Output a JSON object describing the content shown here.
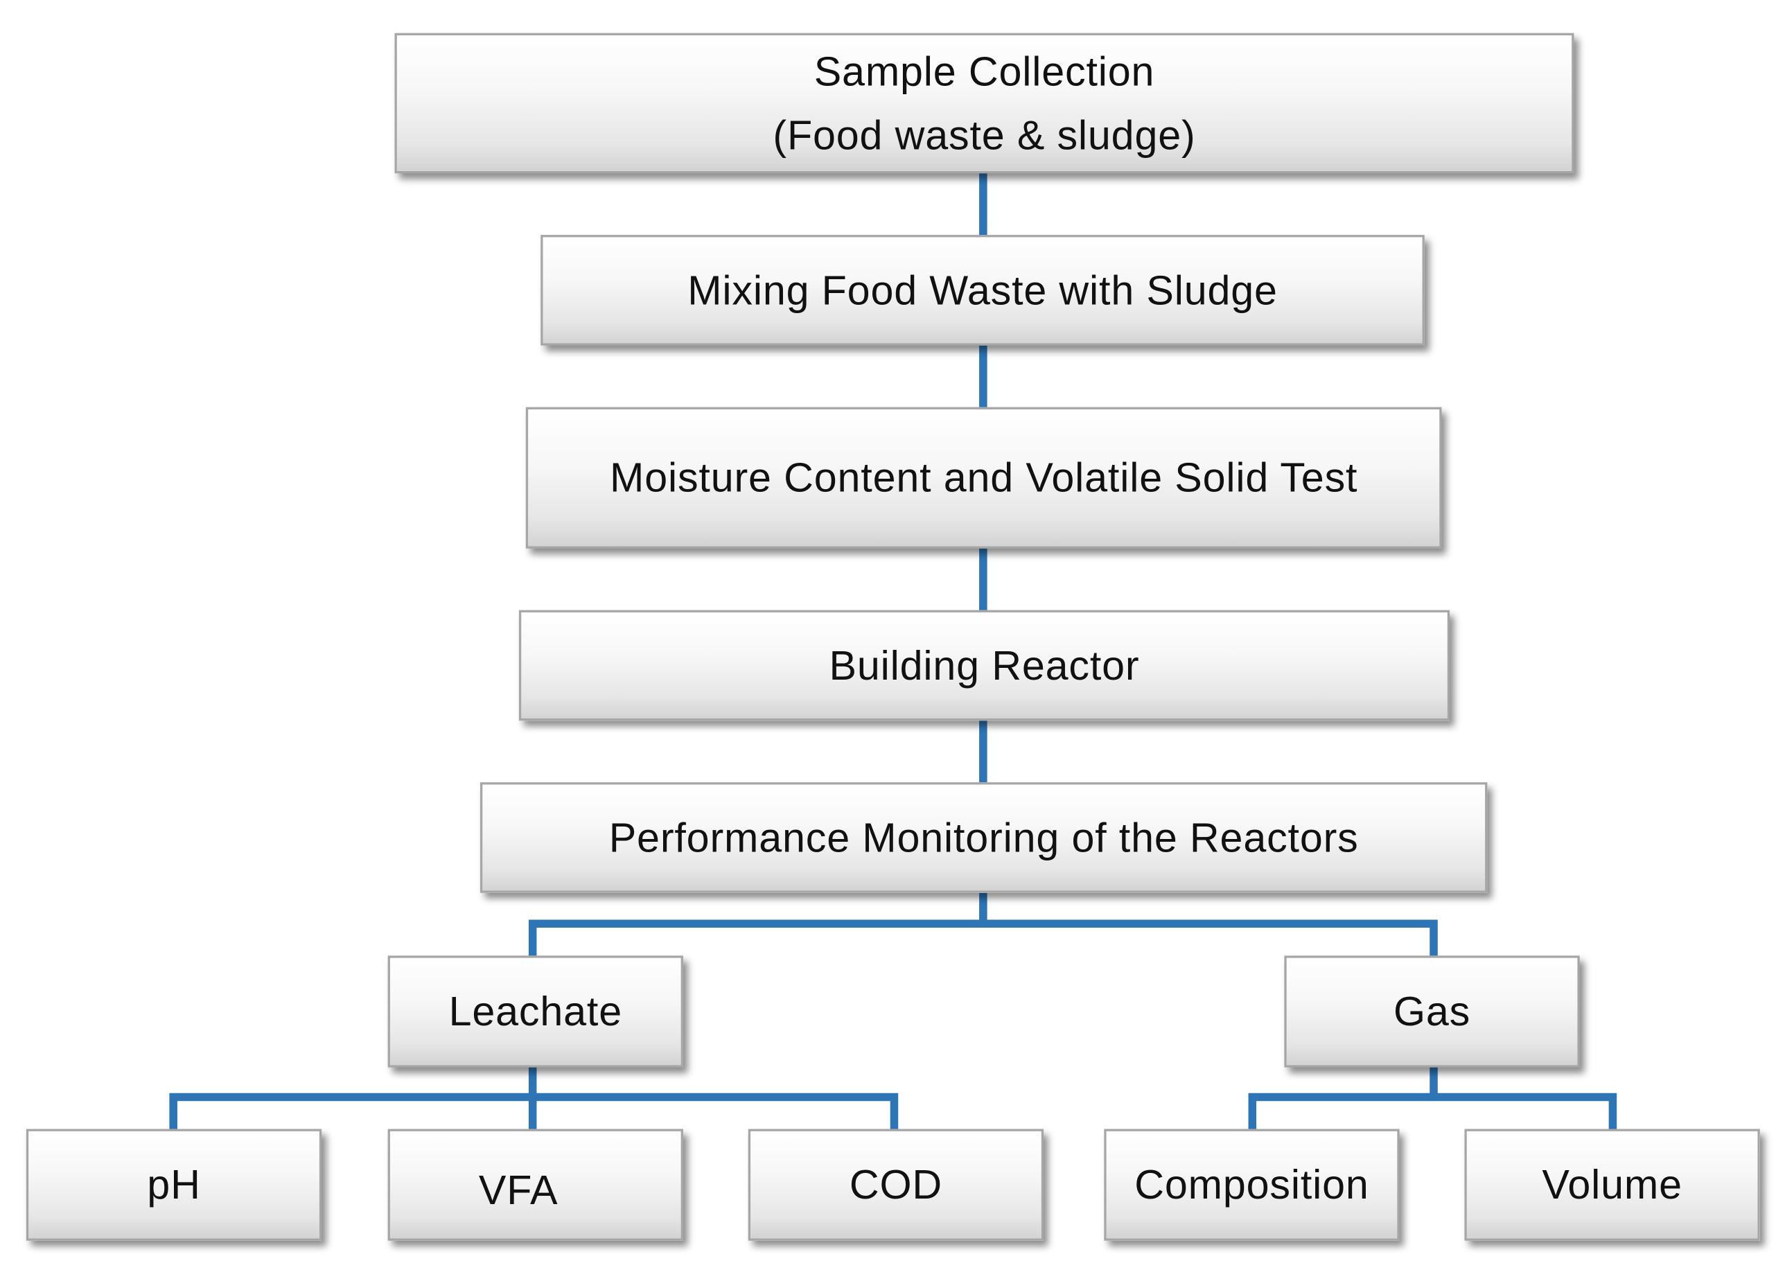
{
  "line_color": "#2e75b6",
  "nodes": {
    "sample_collection": {
      "line1": "Sample Collection",
      "line2": "(Food waste & sludge)"
    },
    "mixing": "Mixing Food Waste with Sludge",
    "moisture_test": "Moisture Content and Volatile Solid Test",
    "building_reactor": "Building Reactor",
    "performance_monitoring": "Performance Monitoring of the Reactors",
    "leachate": "Leachate",
    "gas": "Gas",
    "ph": "pH",
    "vfa": "VFA",
    "cod": "COD",
    "composition": "Composition",
    "volume": "Volume"
  }
}
